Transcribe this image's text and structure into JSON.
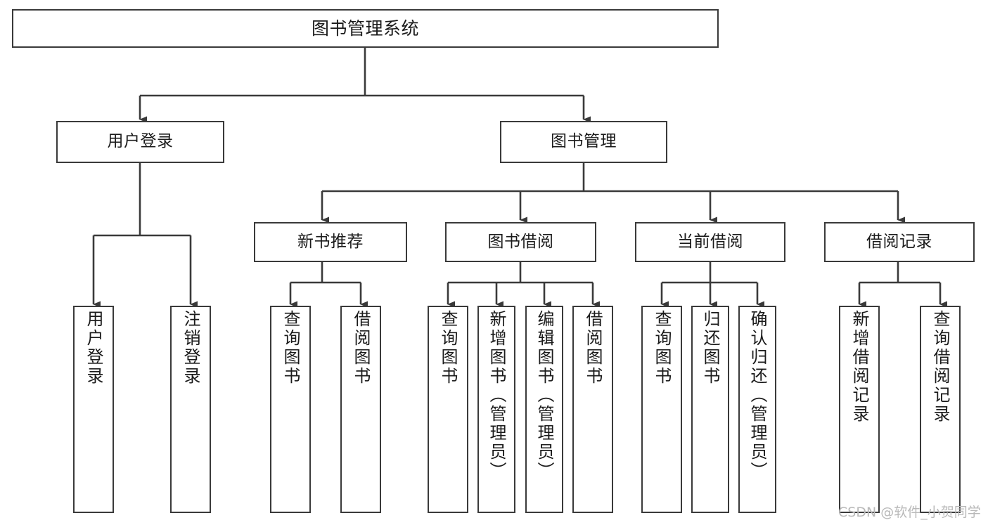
{
  "diagram": {
    "title": "图书管理系统",
    "type": "功能结构图",
    "watermark": "CSDN @软件_小贺同学",
    "colors": {
      "box_border": "#3a3a3a",
      "box_fill": "#ffffff",
      "connector": "#3a3a3a",
      "text": "#1b1b1b",
      "watermark": "#b9b9b9",
      "background": "#ffffff"
    },
    "nodes": {
      "root": {
        "label": "图书管理系统"
      },
      "level2": [
        {
          "id": "user-login",
          "label": "用户登录"
        },
        {
          "id": "book-management",
          "label": "图书管理"
        }
      ],
      "level3": [
        {
          "id": "new-book-recommend",
          "label": "新书推荐"
        },
        {
          "id": "book-borrow",
          "label": "图书借阅"
        },
        {
          "id": "current-borrow",
          "label": "当前借阅"
        },
        {
          "id": "borrow-record",
          "label": "借阅记录"
        }
      ],
      "leaves": [
        {
          "id": "leaf-user-login",
          "label": "用户登录",
          "parent": "user-login"
        },
        {
          "id": "leaf-logout-login",
          "label": "注销登录",
          "parent": "user-login"
        },
        {
          "id": "leaf-query-book-1",
          "label": "查询图书",
          "parent": "new-book-recommend"
        },
        {
          "id": "leaf-borrow-book-1",
          "label": "借阅图书",
          "parent": "new-book-recommend"
        },
        {
          "id": "leaf-query-book-2",
          "label": "查询图书",
          "parent": "book-borrow"
        },
        {
          "id": "leaf-add-book",
          "label": "新增图书（管理员）",
          "parent": "book-borrow"
        },
        {
          "id": "leaf-edit-book",
          "label": "编辑图书（管理员）",
          "parent": "book-borrow"
        },
        {
          "id": "leaf-borrow-book-2",
          "label": "借阅图书",
          "parent": "book-borrow"
        },
        {
          "id": "leaf-query-book-3",
          "label": "查询图书",
          "parent": "current-borrow"
        },
        {
          "id": "leaf-return-book",
          "label": "归还图书",
          "parent": "current-borrow"
        },
        {
          "id": "leaf-confirm-return",
          "label": "确认归还（管理员）",
          "parent": "current-borrow"
        },
        {
          "id": "leaf-add-record",
          "label": "新增借阅记录",
          "parent": "borrow-record"
        },
        {
          "id": "leaf-query-record",
          "label": "查询借阅记录",
          "parent": "borrow-record"
        }
      ]
    }
  }
}
